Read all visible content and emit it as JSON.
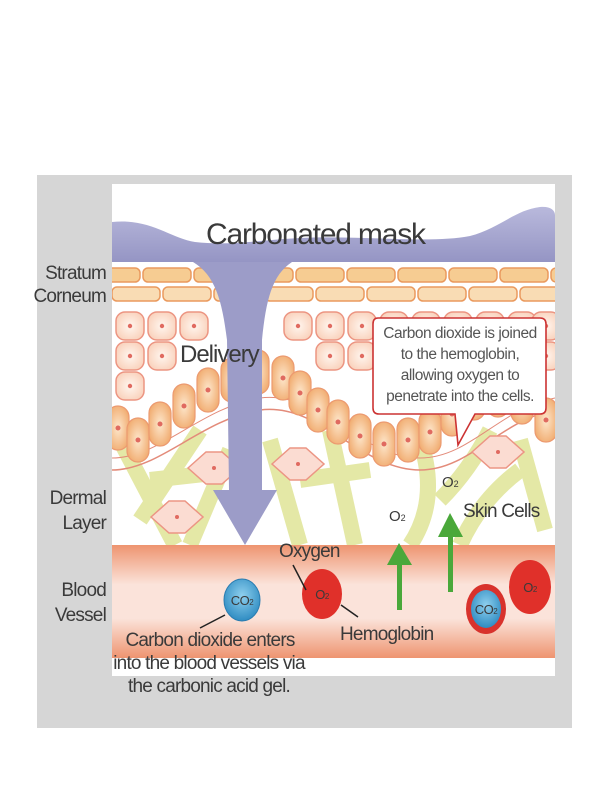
{
  "diagram": {
    "title": "Carbonated mask",
    "layers": {
      "stratum": [
        "Stratum",
        "Corneum"
      ],
      "dermal": [
        "Dermal",
        "Layer"
      ],
      "blood": [
        "Blood",
        "Vessel"
      ]
    },
    "labels": {
      "delivery": "Delivery",
      "oxygen": "Oxygen",
      "hemoglobin": "Hemoglobin",
      "skin_cells": "Skin Cells",
      "o2": "O",
      "co2": "CO",
      "subscript_2": "2"
    },
    "callout": [
      "Carbon dioxide is joined",
      "to the hemoglobin,",
      "allowing oxygen to",
      "penetrate into the cells."
    ],
    "caption": [
      "Carbon dioxide enters",
      "into the blood vessels via",
      "the carbonic acid gel."
    ],
    "colors": {
      "frame": "#d6d6d6",
      "mask": "#9c9cc8",
      "corneum_fill": "#f5c88c",
      "corneum_stroke": "#e8945a",
      "cell_fill": "#fbe0d2",
      "cell_stroke": "#e88a78",
      "nucleus": "#e06a60",
      "fiber": "#e3e6a4",
      "vessel": "#f2a584",
      "vessel_center": "#fbe4dc",
      "hemoglobin": "#e03028",
      "co2_fill": "#4aa8d8",
      "arrow_green": "#4aa83a",
      "callout_border": "#cc3333"
    }
  }
}
